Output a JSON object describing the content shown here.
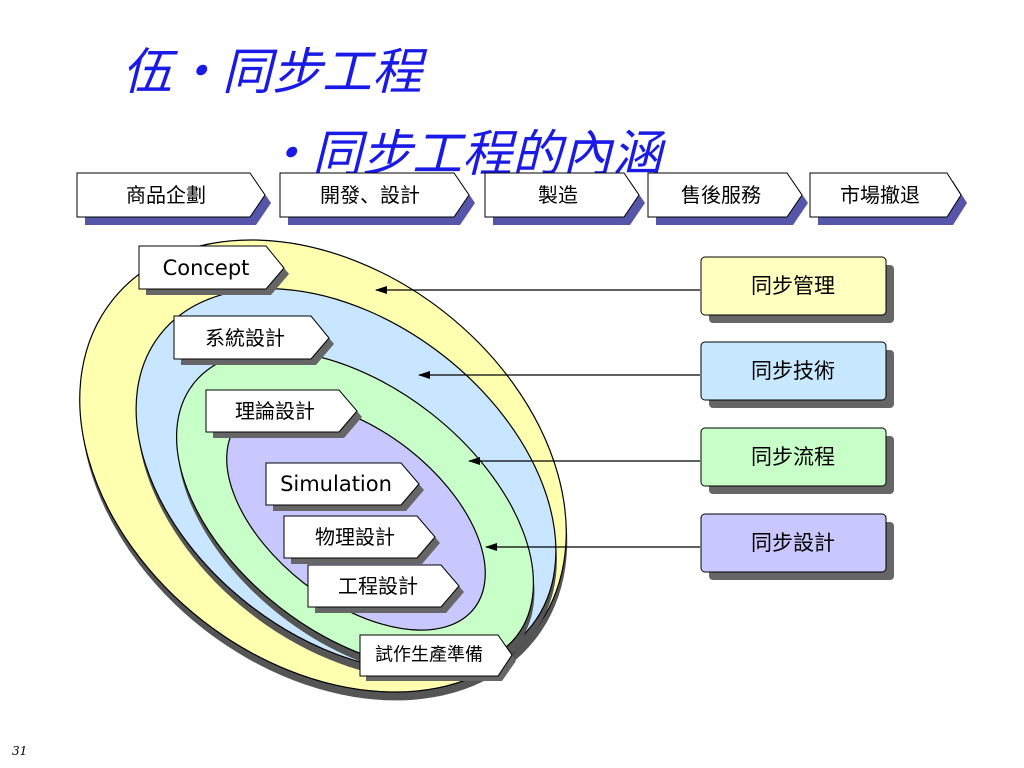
{
  "title": {
    "main": "伍‧同步工程",
    "sub": "‧同步工程的內涵"
  },
  "stages": [
    "商品企劃",
    "開發、設計",
    "製造",
    "售後服務",
    "市場撤退"
  ],
  "ellipse_labels": {
    "concept": "Concept",
    "system_design": "系統設計",
    "theory_design": "理論設計",
    "simulation": "Simulation",
    "physical_design": "物理設計",
    "engineering_design": "工程設計",
    "trial_production": "試作生產準備"
  },
  "sync_boxes": [
    {
      "label": "同步管理",
      "color": "#ffffc0"
    },
    {
      "label": "同步技術",
      "color": "#c8e8ff"
    },
    {
      "label": "同步流程",
      "color": "#c8ffc8"
    },
    {
      "label": "同步設計",
      "color": "#c8c8ff"
    }
  ],
  "ellipse_colors": {
    "outer": "#ffffb0",
    "second": "#c8e6ff",
    "third": "#c8ffc8",
    "inner": "#c8c8ff"
  },
  "page_number": "31"
}
